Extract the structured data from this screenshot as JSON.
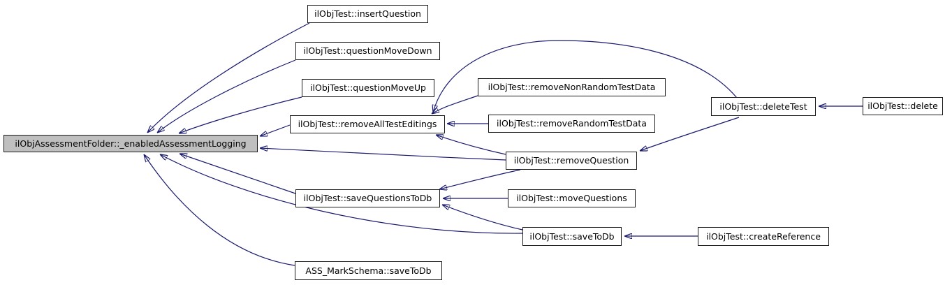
{
  "diagram": {
    "kind": "doxygen-caller-graph",
    "background_color": "#ffffff",
    "edge_color": "#191970",
    "node_border_color": "#1a1a1a",
    "node_fill_color": "#ffffff",
    "highlight_fill_color": "#bfbfbf"
  },
  "nodes": {
    "main": {
      "label": "ilObjAssessmentFolder::_enabledAssessmentLogging",
      "highlighted": true
    },
    "insert_question": {
      "label": "ilObjTest::insertQuestion"
    },
    "question_move_down": {
      "label": "ilObjTest::questionMoveDown"
    },
    "question_move_up": {
      "label": "ilObjTest::questionMoveUp"
    },
    "remove_all_test_editings": {
      "label": "ilObjTest::removeAllTestEditings"
    },
    "remove_non_random_test_data": {
      "label": "ilObjTest::removeNonRandomTestData"
    },
    "remove_random_test_data": {
      "label": "ilObjTest::removeRandomTestData"
    },
    "remove_question": {
      "label": "ilObjTest::removeQuestion"
    },
    "delete_test": {
      "label": "ilObjTest::deleteTest"
    },
    "delete": {
      "label": "ilObjTest::delete"
    },
    "save_questions_to_db": {
      "label": "ilObjTest::saveQuestionsToDb"
    },
    "move_questions": {
      "label": "ilObjTest::moveQuestions"
    },
    "save_to_db": {
      "label": "ilObjTest::saveToDb"
    },
    "create_reference": {
      "label": "ilObjTest::createReference"
    },
    "mark_schema_save_to_db": {
      "label": "ASS_MarkSchema::saveToDb"
    }
  },
  "edges": [
    {
      "from": "ilObjTest::insertQuestion",
      "to": "ilObjAssessmentFolder::_enabledAssessmentLogging"
    },
    {
      "from": "ilObjTest::questionMoveDown",
      "to": "ilObjAssessmentFolder::_enabledAssessmentLogging"
    },
    {
      "from": "ilObjTest::questionMoveUp",
      "to": "ilObjAssessmentFolder::_enabledAssessmentLogging"
    },
    {
      "from": "ilObjTest::removeAllTestEditings",
      "to": "ilObjAssessmentFolder::_enabledAssessmentLogging"
    },
    {
      "from": "ilObjTest::removeQuestion",
      "to": "ilObjAssessmentFolder::_enabledAssessmentLogging"
    },
    {
      "from": "ilObjTest::saveQuestionsToDb",
      "to": "ilObjAssessmentFolder::_enabledAssessmentLogging"
    },
    {
      "from": "ilObjTest::saveToDb",
      "to": "ilObjAssessmentFolder::_enabledAssessmentLogging"
    },
    {
      "from": "ASS_MarkSchema::saveToDb",
      "to": "ilObjAssessmentFolder::_enabledAssessmentLogging"
    },
    {
      "from": "ilObjTest::removeNonRandomTestData",
      "to": "ilObjTest::removeAllTestEditings"
    },
    {
      "from": "ilObjTest::removeRandomTestData",
      "to": "ilObjTest::removeAllTestEditings"
    },
    {
      "from": "ilObjTest::removeQuestion",
      "to": "ilObjTest::removeAllTestEditings"
    },
    {
      "from": "ilObjTest::deleteTest",
      "to": "ilObjTest::removeAllTestEditings"
    },
    {
      "from": "ilObjTest::deleteTest",
      "to": "ilObjTest::removeQuestion"
    },
    {
      "from": "ilObjTest::delete",
      "to": "ilObjTest::deleteTest"
    },
    {
      "from": "ilObjTest::moveQuestions",
      "to": "ilObjTest::saveQuestionsToDb"
    },
    {
      "from": "ilObjTest::removeQuestion",
      "to": "ilObjTest::saveQuestionsToDb"
    },
    {
      "from": "ilObjTest::saveToDb",
      "to": "ilObjTest::saveQuestionsToDb"
    },
    {
      "from": "ilObjTest::createReference",
      "to": "ilObjTest::saveToDb"
    }
  ]
}
